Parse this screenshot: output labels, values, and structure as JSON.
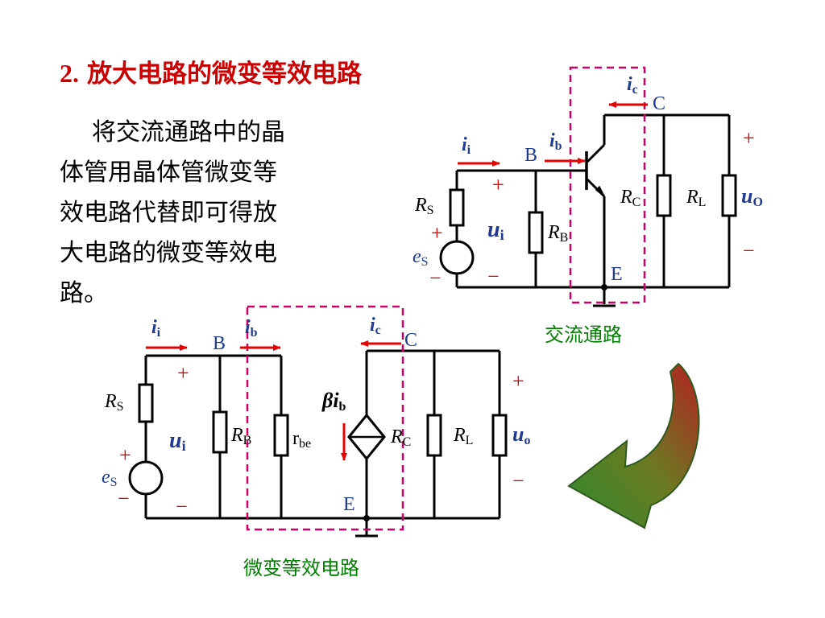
{
  "title": {
    "number": "2.",
    "text": "放大电路的微变等效电路"
  },
  "paragraph": {
    "lines": [
      "将交流通路中的晶",
      "体管用晶体管微变等",
      "效电路代替即可得放",
      "大电路的微变等效电",
      "路。"
    ]
  },
  "ac_circuit": {
    "caption": "交流通路",
    "labels": {
      "ii": {
        "main": "i",
        "sub": "i"
      },
      "ib": {
        "main": "i",
        "sub": "b"
      },
      "ic": {
        "main": "i",
        "sub": "c"
      },
      "rs": {
        "main": "R",
        "sub": "S"
      },
      "es": {
        "main": "e",
        "sub": "S"
      },
      "ui": {
        "main": "u",
        "sub": "i"
      },
      "rb": {
        "main": "R",
        "sub": "B"
      },
      "rc": {
        "main": "R",
        "sub": "C"
      },
      "rl": {
        "main": "R",
        "sub": "L"
      },
      "uo": {
        "main": "u",
        "sub": "O"
      }
    },
    "nodes": {
      "b": "B",
      "c": "C",
      "e": "E"
    },
    "signs": {
      "plus": "+",
      "minus": "−"
    }
  },
  "equiv_circuit": {
    "caption": "微变等效电路",
    "labels": {
      "ii": {
        "main": "i",
        "sub": "i"
      },
      "ib": {
        "main": "i",
        "sub": "b"
      },
      "ic": {
        "main": "i",
        "sub": "c"
      },
      "rs": {
        "main": "R",
        "sub": "S"
      },
      "es": {
        "main": "e",
        "sub": "S"
      },
      "ui": {
        "main": "u",
        "sub": "i"
      },
      "rb": {
        "main": "R",
        "sub": "B"
      },
      "rbe": {
        "main": "r",
        "sub": "be"
      },
      "source": {
        "main": "βi",
        "sub": "b"
      },
      "rc": {
        "main": "R",
        "sub": "C"
      },
      "rl": {
        "main": "R",
        "sub": "L"
      },
      "uo": {
        "main": "u",
        "sub": "o"
      }
    },
    "nodes": {
      "b": "B",
      "c": "C",
      "e": "E"
    },
    "signs": {
      "plus": "+",
      "minus": "−"
    }
  },
  "colors": {
    "title": "#cc0000",
    "wire": "#000000",
    "current_arrow": "#e60000",
    "sign": "#e60000",
    "node_label": "#1f3a93",
    "symbol_label": "#1f3a93",
    "dashed_box": "#cc0066",
    "caption": "#008000",
    "transition_arrow_start": "#2e8b2e",
    "transition_arrow_end": "#b22222"
  }
}
